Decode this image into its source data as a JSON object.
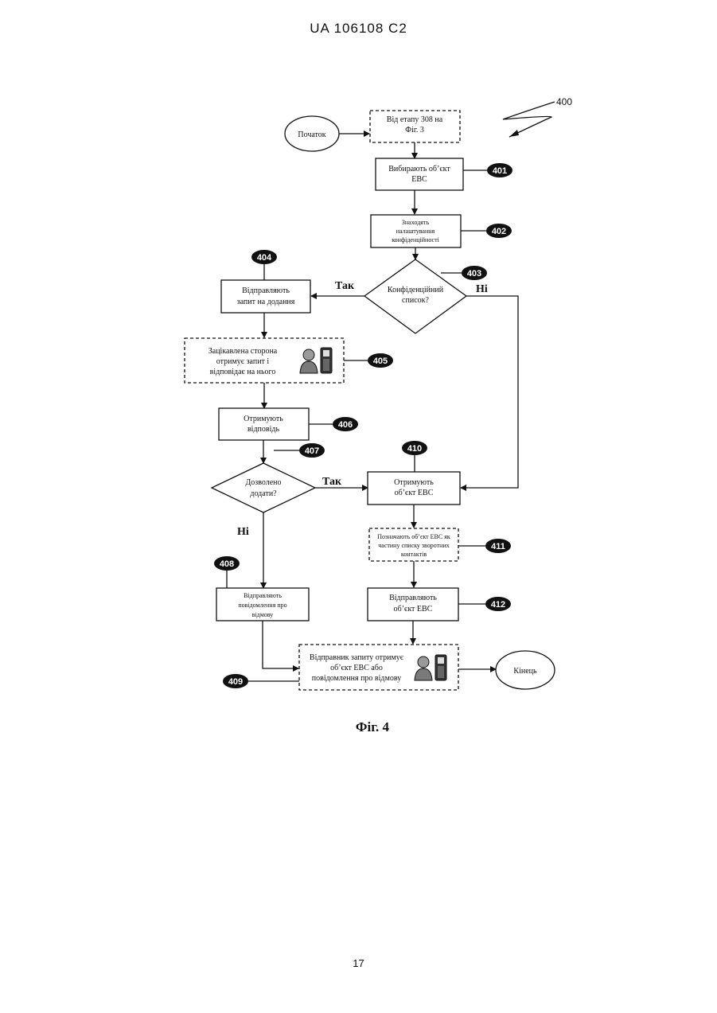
{
  "header": "UA   106108   C2",
  "page_number": "17",
  "figure_ref": "400",
  "caption": "Фіг. 4",
  "nodes": {
    "start": "Початок",
    "from_stage": [
      "Від етапу 308 на",
      "Фіг. 3"
    ],
    "select_object": [
      "Вибирають об’єкт",
      "ЕВС"
    ],
    "find_settings": [
      "Знаходять",
      "налаштування",
      "конфіденційності"
    ],
    "confidential_list": [
      "Конфіденційний",
      "список?"
    ],
    "send_add_request": [
      "Відправляють",
      "запит на додання"
    ],
    "party_receives": [
      "Зацікавлена сторона",
      "отримує запит і",
      "відповідає на нього"
    ],
    "receive_response": [
      "Отримують",
      "відповідь"
    ],
    "allowed_to_add": [
      "Дозволено",
      "додати?"
    ],
    "send_refusal": [
      "Відправляють",
      "повідомлення про",
      "відмову"
    ],
    "receive_object": [
      "Отримують",
      "об’єкт ЕВС"
    ],
    "mark_object": [
      "Позначають об’єкт ЕВС як",
      "частину списку зворотних",
      "контактів"
    ],
    "send_object": [
      "Відправляють",
      "об’єкт ЕВС"
    ],
    "requester_receives": [
      "Відправник запиту отримує",
      "об’єкт ЕВС або",
      "повідомлення про відмову"
    ],
    "end": "Кінець"
  },
  "labels": {
    "yes1": "Так",
    "no1": "Ні",
    "yes2": "Так",
    "no2": "Ні"
  },
  "badges": {
    "b401": "401",
    "b402": "402",
    "b403": "403",
    "b404": "404",
    "b405": "405",
    "b406": "406",
    "b407": "407",
    "b408": "408",
    "b409": "409",
    "b410": "410",
    "b411": "411",
    "b412": "412"
  },
  "icons": [
    "person-icon",
    "mobile-phone-icon"
  ]
}
